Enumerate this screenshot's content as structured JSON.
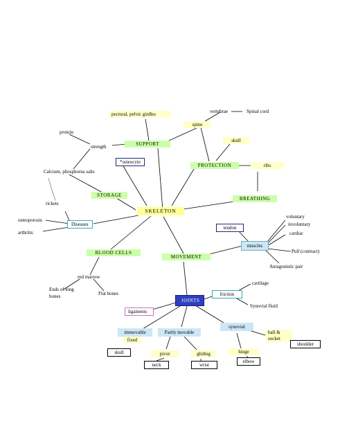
{
  "nodes": {
    "skeleton": "SKELETON",
    "support": "SUPPORT",
    "protection": "PROTECTION",
    "storage": "STORAGE",
    "breathing": "BREATHING",
    "blood_cells": "BLOOD CELLS",
    "movement": "MOVEMENT",
    "joints": "JOINTS",
    "pectoral": "pectoral, pelvic girdles",
    "vertebrae": "vertebrae",
    "spinal_cord": "Spinal cord",
    "spine": "spine",
    "skull_top": "skull",
    "ribs": "ribs",
    "protein": "protein",
    "strength": "strength",
    "osteocyte": "*osteocyte",
    "calcium": "Calcium, phosphorus salts",
    "rickets": "rickets",
    "osteoporosis": "osteoporosis",
    "arthritis": "arthritis",
    "diseases": "Diseases",
    "tendon": "tendon",
    "muscles": "muscles",
    "voluntary": "voluntary",
    "involuntary": "involuntary",
    "cardiac": "cardiac",
    "pull": "Pull (contract)",
    "antagonistic": "Antagonistic pair",
    "red_marrow": "red marrow",
    "ends_long": "Ends of long bones",
    "flat_bones": "Flat bones",
    "cartilage": "cartilage",
    "friction": "friction",
    "synovial_fluid": "Synovial fluid",
    "ligaments": "ligaments",
    "synovial": "synovial",
    "immovable": "immovable",
    "fixed": "fixed",
    "partly": "Partly movable",
    "skull_box": "skull",
    "pivot": "pivot",
    "gliding": "gliding",
    "neck": "neck",
    "wrist": "wrist",
    "hinge": "hinge",
    "elbow": "elbow",
    "ball_socket": "ball & socket",
    "shoulder": "shoulder"
  }
}
